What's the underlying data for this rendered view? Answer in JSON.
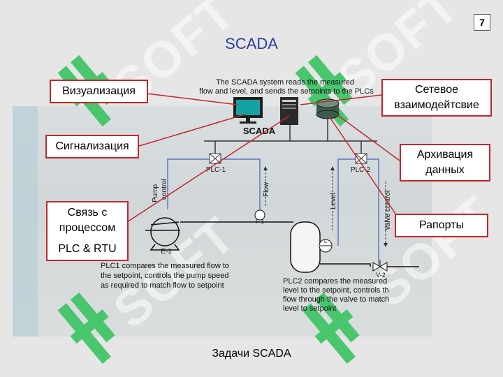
{
  "page_number": "7",
  "title": "SCADA",
  "footer": "Задачи SCADA",
  "scada_note_line1": "The SCADA system reads the measured",
  "scada_note_line2": "flow and level, and sends the setpoints to the PLCs",
  "scada_label": "SCADA",
  "plc1_label": "PLC-1",
  "plc2_label": "PLC-2",
  "pump_control_label_1": "Pump",
  "pump_control_label_2": "control",
  "flow_label": "Flow",
  "level_label": "Level",
  "valve_control_label": "Valve control",
  "pump_label": "E-1",
  "flow_meter_label": "F-1",
  "level_meter_label": "L",
  "valve_label": "V-2",
  "plc1_note_line1": "PLC1 compares the measured flow to",
  "plc1_note_line2": "the setpoint, controls the pump speed",
  "plc1_note_line3": "as required to match flow to setpoint",
  "plc2_note_line1": "PLC2 compares the measured",
  "plc2_note_line2": "level to the setpoint, controls th",
  "plc2_note_line3": "flow through the valve to match",
  "plc2_note_line4": "level to setpoint",
  "watermark_text": "SOFT",
  "callouts": {
    "visualization": "Визуализация",
    "networking_line1": "Сетевое",
    "networking_line2": "взаимодейтсвие",
    "alarming": "Сигнализация",
    "archiving_line1": "Архивация",
    "archiving_line2": "данных",
    "process_line1": "Связь с",
    "process_line2": "процессом",
    "process_line3": "PLC & RTU",
    "reports": "Рапорты"
  },
  "colors": {
    "title": "#2e3d99",
    "callout_border": "#c0282d",
    "watermark_green": "#2fc25a"
  }
}
